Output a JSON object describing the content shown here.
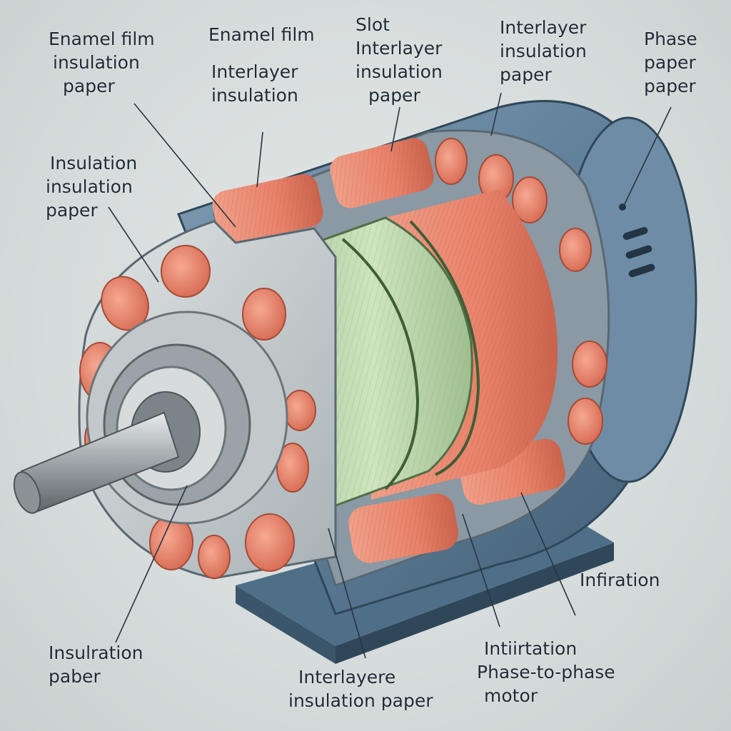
{
  "labels": {
    "tl1": [
      "Enamel film",
      "insulation",
      "paper"
    ],
    "tl2": [
      "Enamel film"
    ],
    "tl3": [
      "Interlayer",
      "insulation"
    ],
    "tc": [
      "Slot",
      "Interlayer",
      "insulation",
      "paper"
    ],
    "tr1": [
      "Interlayer",
      "insulation",
      "paper"
    ],
    "tr2": [
      "Phase",
      "paper",
      "paper"
    ],
    "ml": [
      "Insulation",
      "insulation",
      "paper"
    ],
    "r": [
      "Infiration"
    ],
    "bl": [
      "Insulration",
      "paber"
    ],
    "bc": [
      "Interlayere",
      "insulation paper"
    ],
    "br": [
      "Intiirtation",
      "Phase-to-phase",
      "motor"
    ]
  },
  "colors": {
    "housing": "#5f7f99",
    "coil": "#e8826a",
    "rotor": "#b9d6a8",
    "shaft": "#9aa0a3",
    "text": "#1f2a36",
    "leader": "#2a3440"
  }
}
